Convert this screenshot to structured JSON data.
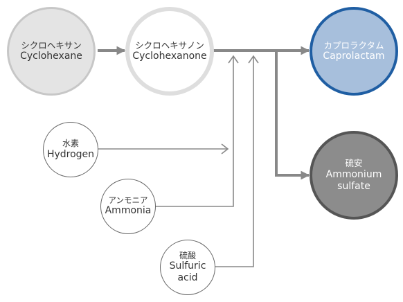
{
  "nodes": {
    "cyclohexane": {
      "ja": "シクロヘキサン",
      "en": "Cyclohexane"
    },
    "cyclohexanone": {
      "ja": "シクロヘキサノン",
      "en": "Cyclohexanone"
    },
    "caprolactam": {
      "ja": "カプロラクタム",
      "en": "Caprolactam"
    },
    "ammonium_sulfate": {
      "ja": "硫安",
      "en_1": "Ammonium",
      "en_2": "sulfate"
    },
    "hydrogen": {
      "ja": "水素",
      "en": "Hydrogen"
    },
    "ammonia": {
      "ja": "アンモニア",
      "en": "Ammonia"
    },
    "sulfuric_acid": {
      "ja": "硫酸",
      "en_1": "Sulfuric",
      "en_2": "acid"
    }
  },
  "colors": {
    "main_fill": "#e4e4e4",
    "main_border": "#c7c7c7",
    "product_blue_fill": "#a7bfdc",
    "product_blue_border": "#1f5ea3",
    "product_gray_fill": "#8c8c8c",
    "product_gray_border": "#555555",
    "input_border": "#666666",
    "arrow": "#888888",
    "text_dark": "#333333",
    "text_light": "#ffffff"
  }
}
